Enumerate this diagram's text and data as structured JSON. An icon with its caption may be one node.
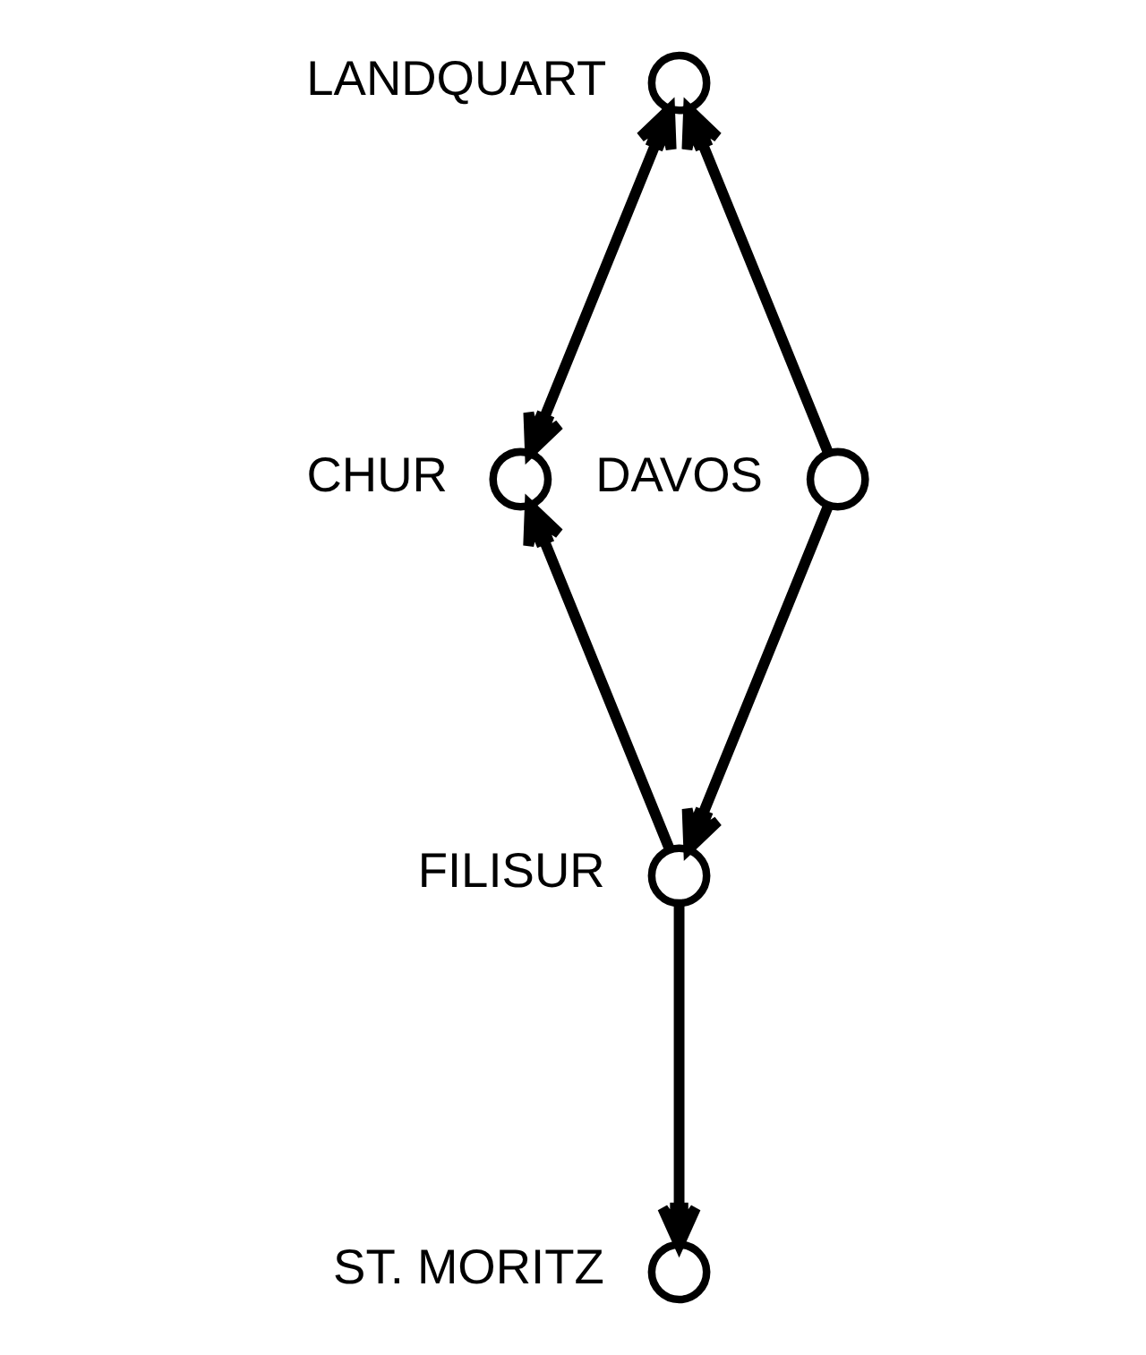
{
  "diagram": {
    "nodes": [
      {
        "text": [],
        "shape": "circle",
        "beside": [
          "LANDQUART"
        ]
      },
      {
        "text": [],
        "shape": "circle",
        "beside": [
          "CHUR"
        ]
      },
      {
        "text": [],
        "shape": "circle",
        "beside": [
          "DAVOS"
        ]
      },
      {
        "text": [],
        "shape": "circle",
        "beside": [
          "FILISUR"
        ]
      },
      {
        "text": [],
        "shape": "circle",
        "beside": [
          "ST. MORITZ"
        ]
      }
    ],
    "edges": [
      {
        "from": 0,
        "to": 1,
        "arrow": "both"
      },
      {
        "from": 2,
        "to": 0,
        "arrow": "to"
      },
      {
        "from": 2,
        "to": 3,
        "arrow": "to"
      },
      {
        "from": 3,
        "to": 1,
        "arrow": "to"
      },
      {
        "from": 3,
        "to": 4,
        "arrow": "to"
      }
    ]
  }
}
